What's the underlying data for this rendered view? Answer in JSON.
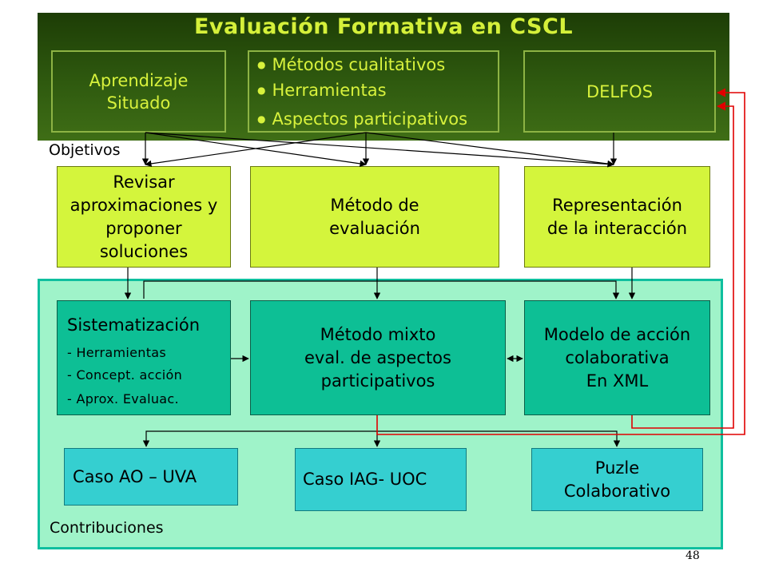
{
  "title": "Evaluación Formativa en CSCL",
  "header_boxes": {
    "left": [
      "Aprendizaje",
      "Situado"
    ],
    "middle": [
      "Métodos cualitativos",
      "Herramientas",
      "Aspectos participativos"
    ],
    "right": "DELFOS"
  },
  "labels": {
    "objetivos": "Objetivos",
    "contribuciones": "Contribuciones"
  },
  "objectives": {
    "revisar": [
      "Revisar",
      "aproximaciones y",
      "proponer",
      "soluciones"
    ],
    "metodo": [
      "Método de",
      "evaluación"
    ],
    "representacion": [
      "Representación",
      "de la interacción"
    ]
  },
  "contributions": {
    "sistematizacion": {
      "title": "Sistematización",
      "items": [
        "- Herramientas",
        "- Concept. acción",
        "- Aprox. Evaluac."
      ]
    },
    "metodo_mixto": [
      "Método mixto",
      "eval.  de aspectos",
      "participativos"
    ],
    "modelo": [
      "Modelo de acción",
      "colaborativa",
      "En XML"
    ]
  },
  "cases": {
    "ao_uva": "Caso AO – UVA",
    "iag_uoc": "Caso IAG- UOC",
    "puzle": [
      "Puzle",
      "Colaborativo"
    ]
  },
  "page_number": "48",
  "colors": {
    "header_bg": "#2f5a0f",
    "header_text": "#d5f03a",
    "objective_box": "#d4f53c",
    "contrib_panel": "#9ff3c9",
    "contrib_box": "#0dbf95",
    "case_box": "#35cfd0",
    "feedback_arrow": "#e00000"
  }
}
